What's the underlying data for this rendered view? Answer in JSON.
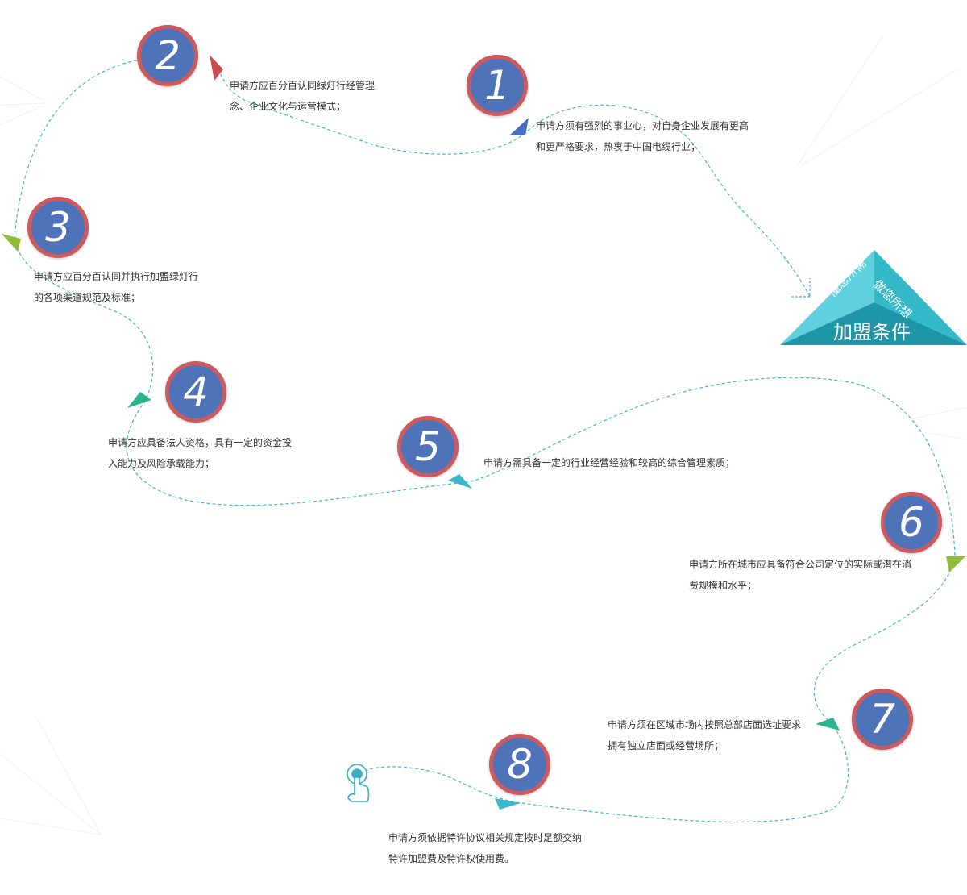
{
  "badge": {
    "left_label": "懂您所需",
    "right_label": "做您所想",
    "title": "加盟条件"
  },
  "steps": [
    {
      "num": "1",
      "text": "申请方须有强烈的事业心，对自身企业发展有更高和更严格要求，热衷于中国电缆行业；"
    },
    {
      "num": "2",
      "text": "申请方应百分百认同绿灯行经管理念、企业文化与运营模式；"
    },
    {
      "num": "3",
      "text": "申请方应百分百认同并执行加盟绿灯行的各项渠道规范及标准；"
    },
    {
      "num": "4",
      "text": "申请方应具备法人资格，具有一定的资金投入能力及风险承载能力；"
    },
    {
      "num": "5",
      "text": "申请方需具备一定的行业经营经验和较高的综合管理素质；"
    },
    {
      "num": "6",
      "text": "申请方所在城市应具备符合公司定位的实际或潜在消费规模和水平；"
    },
    {
      "num": "7",
      "text": "申请方须在区域市场内按照总部店面选址要求拥有独立店面或经营场所；"
    },
    {
      "num": "8",
      "text": "申请方须依据特许协议相关规定按时足额交纳特许加盟费及特许权使用费。"
    }
  ],
  "colors": {
    "badge_fill": "#4e73b9",
    "badge_ring": "#cc5a5e",
    "path": "#4bb3c7",
    "pyramid_light": "#5fd0dd",
    "pyramid_mid": "#34b9c8",
    "pyramid_dark": "#1f96a8"
  },
  "icons": [
    "finger-tap-icon"
  ]
}
